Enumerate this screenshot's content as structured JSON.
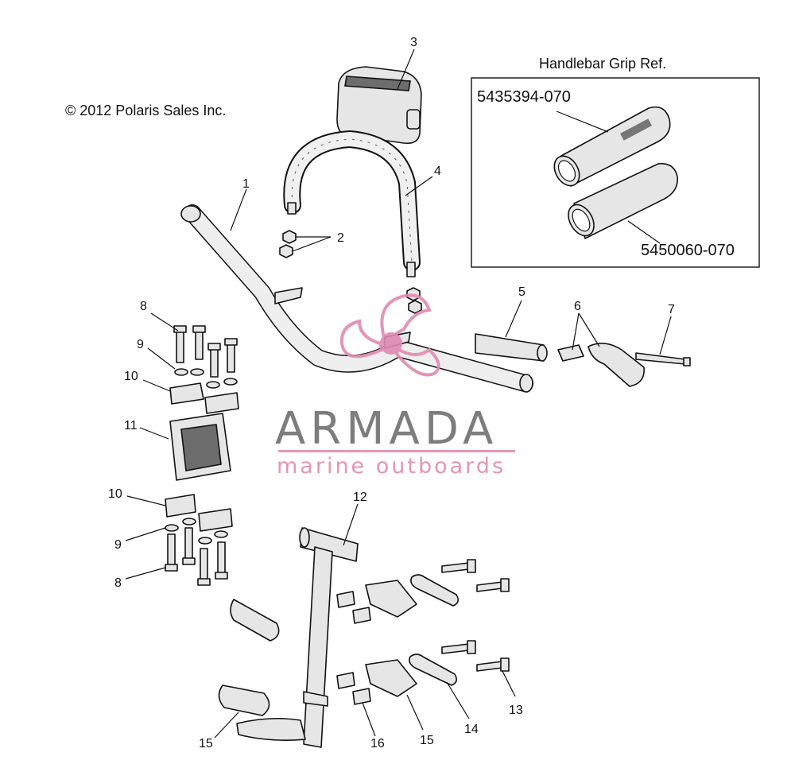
{
  "copyright": "© 2012 Polaris Sales Inc.",
  "grip_ref": {
    "title": "Handlebar Grip Ref.",
    "part_numbers": [
      "5435394-070",
      "5450060-070"
    ]
  },
  "watermark": {
    "brand": "ARMADA",
    "tagline": "marine outboards",
    "colors": {
      "brand": "#6f6f6f",
      "accent": "#e08ab0"
    }
  },
  "callouts": [
    "1",
    "2",
    "3",
    "4",
    "5",
    "6",
    "7",
    "8",
    "9",
    "10",
    "11",
    "10",
    "9",
    "8",
    "12",
    "13",
    "14",
    "15",
    "15",
    "16"
  ]
}
